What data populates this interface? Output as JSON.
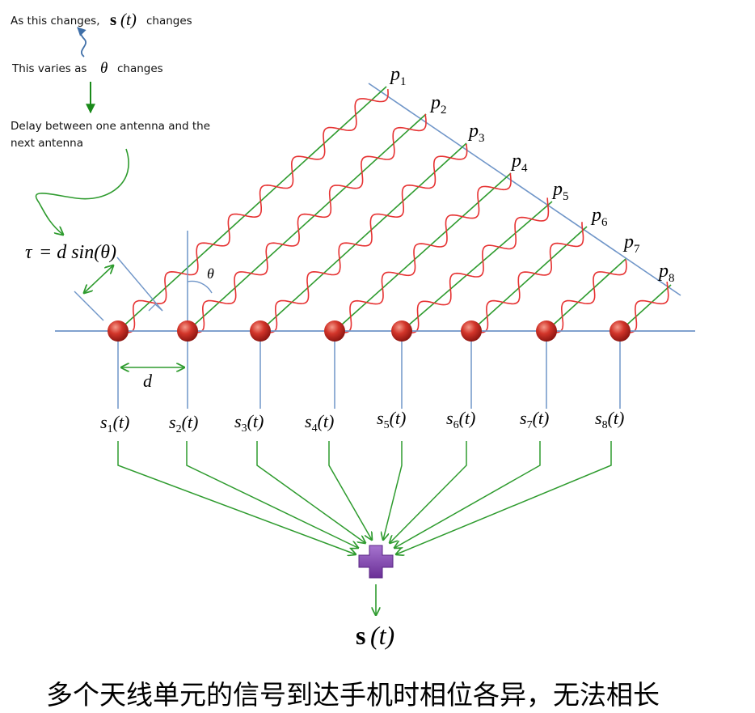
{
  "annotations": {
    "note1_prefix": "As this changes,",
    "note1_signal": "s",
    "note1_arg": "(t)",
    "note1_suffix": "changes",
    "note2_prefix": "This varies as",
    "note2_symbol": "θ",
    "note2_suffix": "changes",
    "note3_line1": "Delay between one antenna and the",
    "note3_line2": "next antenna"
  },
  "formula": {
    "tau": "τ",
    "rhs": "= d sin(θ)"
  },
  "labels": {
    "theta": "θ",
    "spacing": "d"
  },
  "wavefronts": [
    "p1",
    "p2",
    "p3",
    "p4",
    "p5",
    "p6",
    "p7",
    "p8"
  ],
  "wavefront_base": "p",
  "wavefront_subscripts": [
    "1",
    "2",
    "3",
    "4",
    "5",
    "6",
    "7",
    "8"
  ],
  "signal_base": "s",
  "signal_subscripts": [
    "1",
    "2",
    "3",
    "4",
    "5",
    "6",
    "7",
    "8"
  ],
  "signal_arg": "(t)",
  "output": {
    "symbol": "s",
    "arg": "(t)"
  },
  "caption": "多个天线单元的信号到达手机时相位各异，无法相长",
  "colors": {
    "ray": "#2e9b2e",
    "wave": "#e63232",
    "line": "#6f95c8",
    "antenna": "#c0231e",
    "summer": "#7b3fa6"
  }
}
